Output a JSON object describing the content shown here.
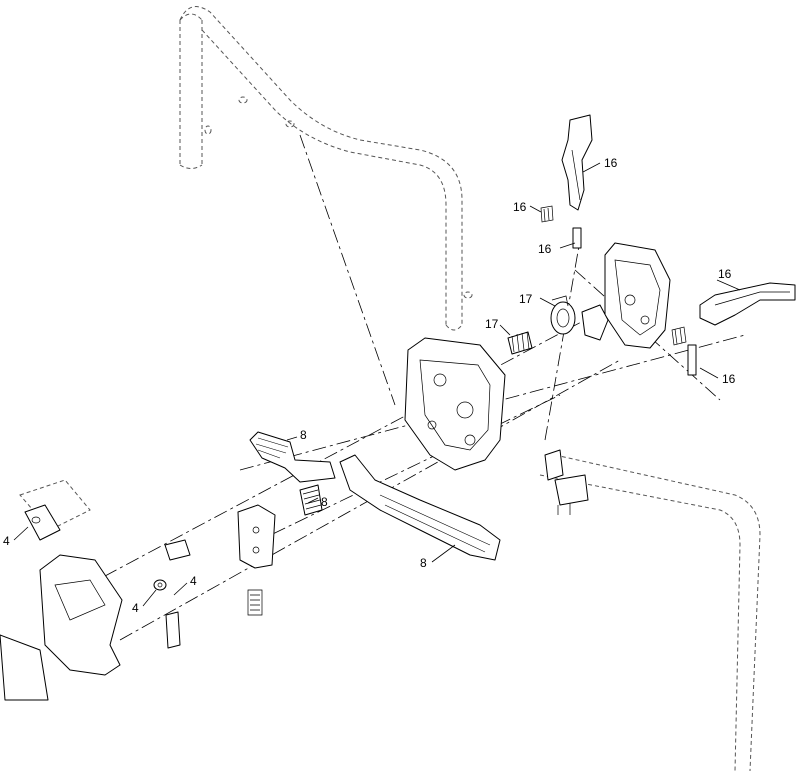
{
  "figure": {
    "callouts": {
      "c16a": "16",
      "c16b": "16",
      "c16c": "16",
      "c16d": "16",
      "c16e": "16",
      "c17a": "17",
      "c17b": "17",
      "c8a": "8",
      "c8b": "8",
      "c8c": "8",
      "c4a": "4",
      "c4b": "4",
      "c4c": "4"
    }
  }
}
